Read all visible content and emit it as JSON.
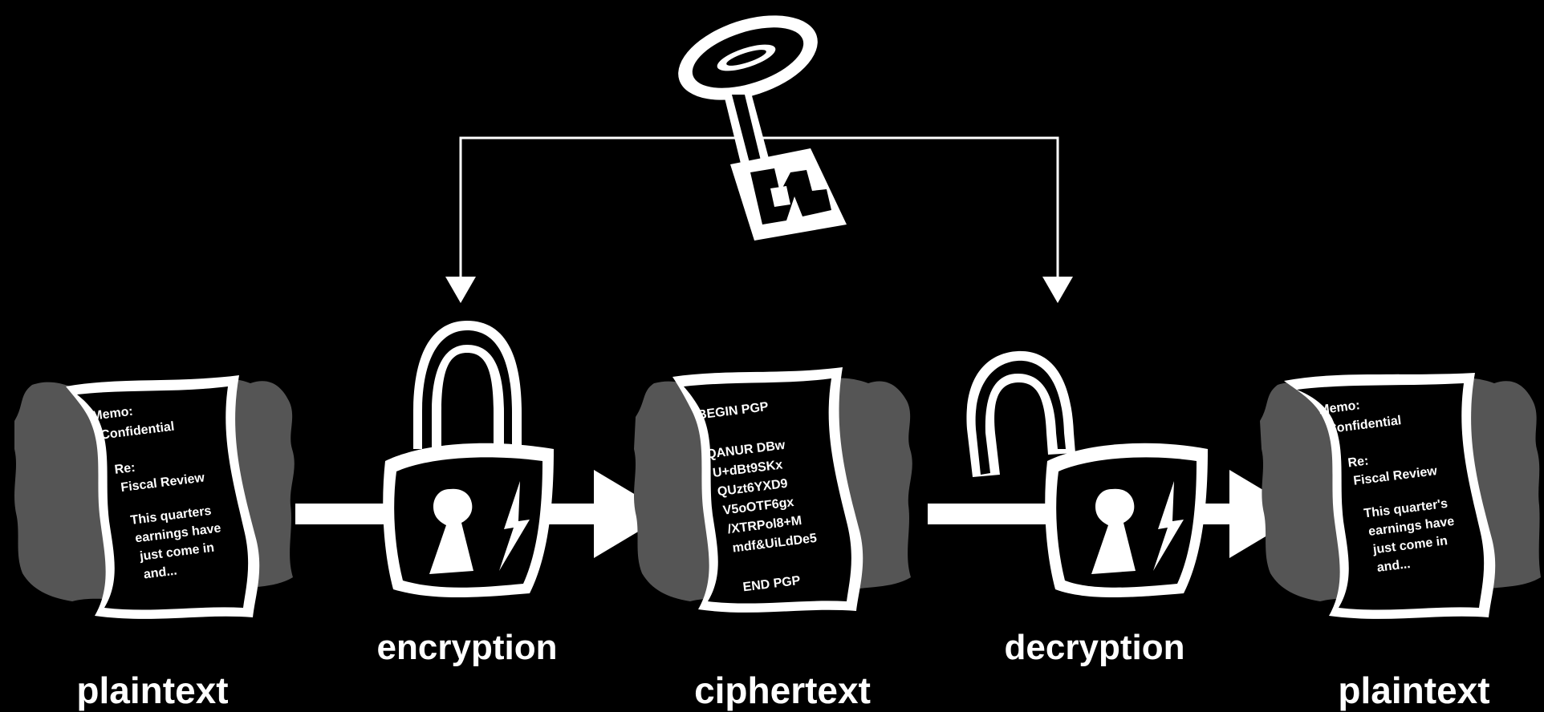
{
  "colors": {
    "background": "#000000",
    "foreground": "#ffffff",
    "shadow": "#555555"
  },
  "labels": {
    "plaintext_left": "plaintext",
    "encryption": "encryption",
    "ciphertext": "ciphertext",
    "decryption": "decryption",
    "plaintext_right": "plaintext"
  },
  "documents": {
    "plaintext_left": [
      "Memo:",
      "Confidential",
      "",
      "Re:",
      "Fiscal Review",
      "",
      "This quarters",
      "earnings have",
      "just come in",
      "and..."
    ],
    "ciphertext": [
      "BEGIN PGP",
      "",
      "QANUR DBw",
      "U+dBt9SKx",
      "QUzt6YXD9",
      "V5oOTF6gx",
      "/XTRPol8+M",
      "mdf&UiLdDe5",
      "",
      "END PGP"
    ],
    "plaintext_right": [
      "Memo:",
      "Confidential",
      "",
      "Re:",
      "Fiscal Review",
      "",
      "This quarter's",
      "earnings have",
      "just come in",
      "and..."
    ]
  },
  "icons": {
    "key": "key-icon",
    "locked_padlock": "locked-padlock-icon",
    "unlocked_padlock": "unlocked-padlock-icon"
  }
}
